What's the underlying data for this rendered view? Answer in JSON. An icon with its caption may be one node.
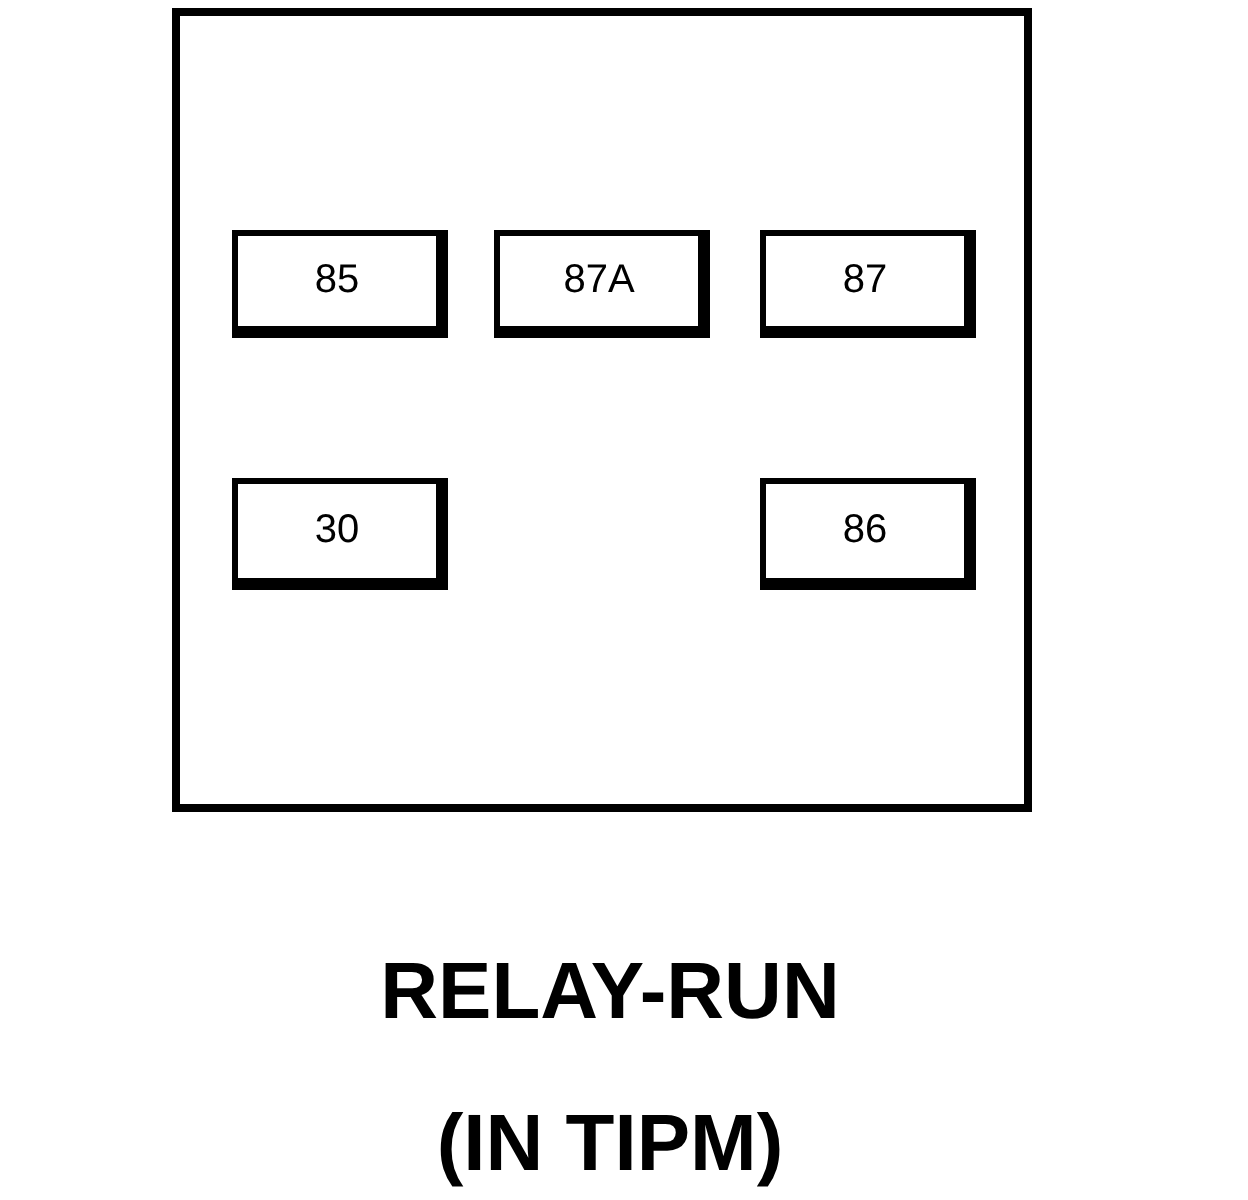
{
  "diagram": {
    "caption": "RELAY-RUN (IN TIPM)",
    "nodes": [
      {
        "text": [],
        "shape": "box"
      },
      {
        "text": [
          "85"
        ],
        "in": 0
      },
      {
        "text": [
          "87A"
        ],
        "in": 0
      },
      {
        "text": [
          "87"
        ],
        "in": 0
      },
      {
        "text": [
          "30"
        ],
        "in": 0
      },
      {
        "text": [
          "86"
        ],
        "in": 0
      }
    ],
    "edges": []
  }
}
